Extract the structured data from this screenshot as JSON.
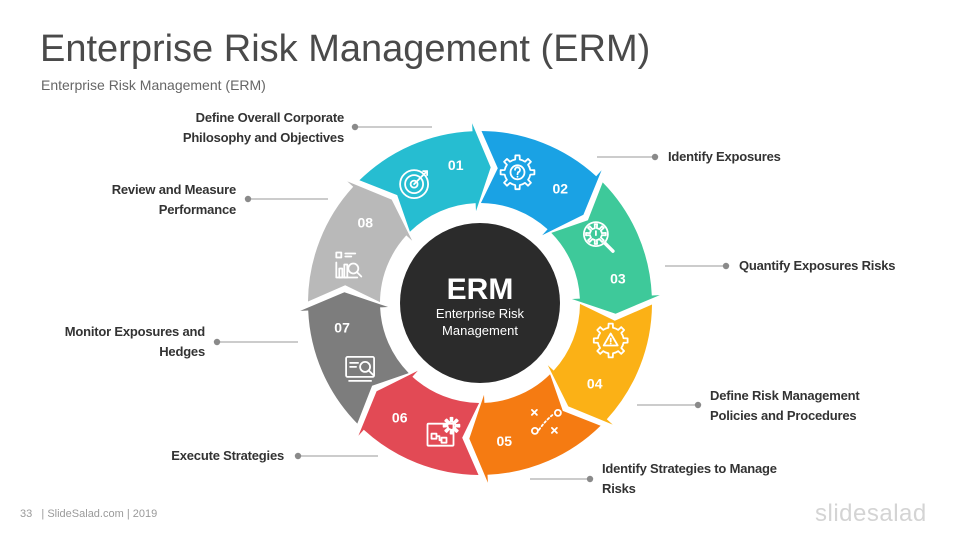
{
  "header": {
    "title": "Enterprise Risk Management (ERM)",
    "subtitle": "Enterprise Risk Management (ERM)"
  },
  "center": {
    "acronym": "ERM",
    "line1": "Enterprise Risk",
    "line2": "Management"
  },
  "steps": [
    {
      "number": "01",
      "color": "#26bdd1",
      "icon": "target-icon",
      "label_lines": [
        "Define Overall Corporate",
        "Philosophy and Objectives"
      ]
    },
    {
      "number": "02",
      "color": "#1aa2e4",
      "icon": "gear-question-icon",
      "label_lines": [
        "Identify Exposures"
      ]
    },
    {
      "number": "03",
      "color": "#3ec99a",
      "icon": "magnifier-alert-icon",
      "label_lines": [
        "Quantify Exposures Risks"
      ]
    },
    {
      "number": "04",
      "color": "#fbb116",
      "icon": "gear-warning-icon",
      "label_lines": [
        "Define Risk Management",
        "Policies and Procedures"
      ]
    },
    {
      "number": "05",
      "color": "#f57b12",
      "icon": "strategy-play-icon",
      "label_lines": [
        "Identify Strategies to Manage",
        "Risks"
      ]
    },
    {
      "number": "06",
      "color": "#e24a55",
      "icon": "process-diagram-icon",
      "label_lines": [
        "Execute Strategies"
      ]
    },
    {
      "number": "07",
      "color": "#7d7d7d",
      "icon": "monitor-search-icon",
      "label_lines": [
        "Monitor Exposures and",
        "Hedges"
      ]
    },
    {
      "number": "08",
      "color": "#b9b9b9",
      "icon": "chart-analysis-icon",
      "label_lines": [
        "Review and Measure",
        "Performance"
      ]
    }
  ],
  "footer": {
    "page": "33",
    "credit": "| SlideSalad.com | 2019"
  },
  "brand": "slidesalad"
}
